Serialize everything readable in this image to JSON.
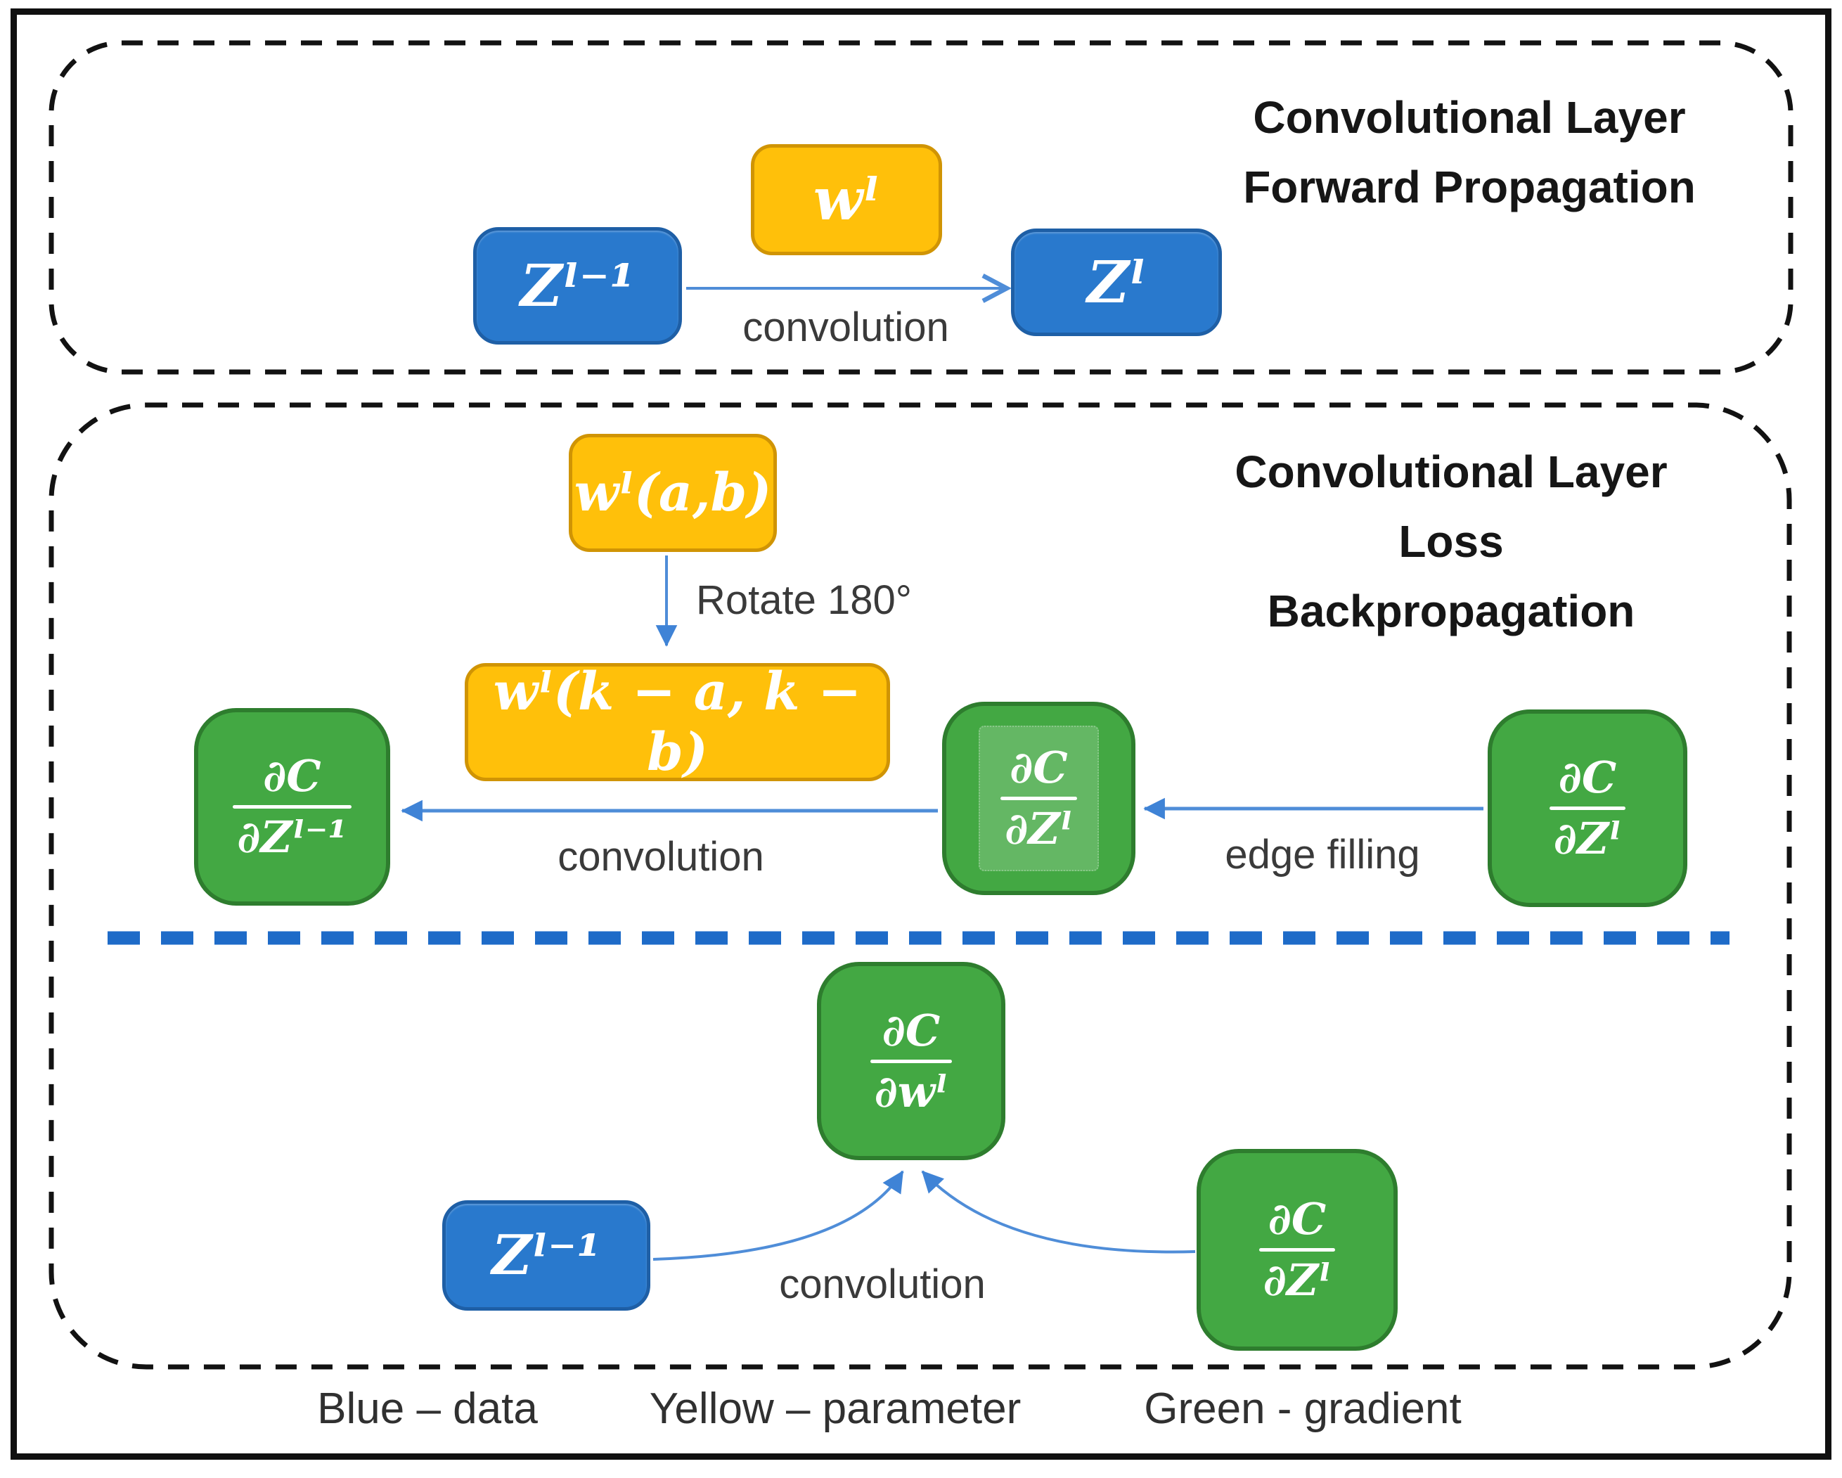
{
  "colors": {
    "data_blue": "#2979CD",
    "parameter_yellow": "#FFC00A",
    "gradient_green": "#43A843",
    "arrow_blue": "#4F8DD8",
    "divider_blue": "#1E6BC8",
    "outline_black": "#121212"
  },
  "forward_section": {
    "title_line1": "Convolutional Layer",
    "title_line2": "Forward Propagation",
    "weight_box": "wˡ",
    "input_box": "Zˡ⁻¹",
    "output_box": "Zˡ",
    "arrow_label": "convolution"
  },
  "backward_section": {
    "title_line1": "Convolutional Layer",
    "title_line2": "Loss Backpropagation",
    "kernel_box": "wˡ(a,b)",
    "rotate_arrow_label": "Rotate 180°",
    "rotated_kernel_box": "wˡ(k − a, k − b)",
    "grad_input": {
      "numerator": "∂C",
      "denominator": "∂Zˡ⁻¹"
    },
    "grad_padded": {
      "numerator": "∂C",
      "denominator": "∂Zˡ"
    },
    "grad_output": {
      "numerator": "∂C",
      "denominator": "∂Zˡ"
    },
    "convolution_label": "convolution",
    "edge_filling_label": "edge filling",
    "grad_weight": {
      "numerator": "∂C",
      "denominator": "∂wˡ"
    },
    "input_box": "Zˡ⁻¹",
    "grad_output2": {
      "numerator": "∂C",
      "denominator": "∂Zˡ"
    },
    "convolution2_label": "convolution"
  },
  "legend": {
    "blue": "Blue – data",
    "yellow": "Yellow – parameter",
    "green": "Green - gradient"
  }
}
